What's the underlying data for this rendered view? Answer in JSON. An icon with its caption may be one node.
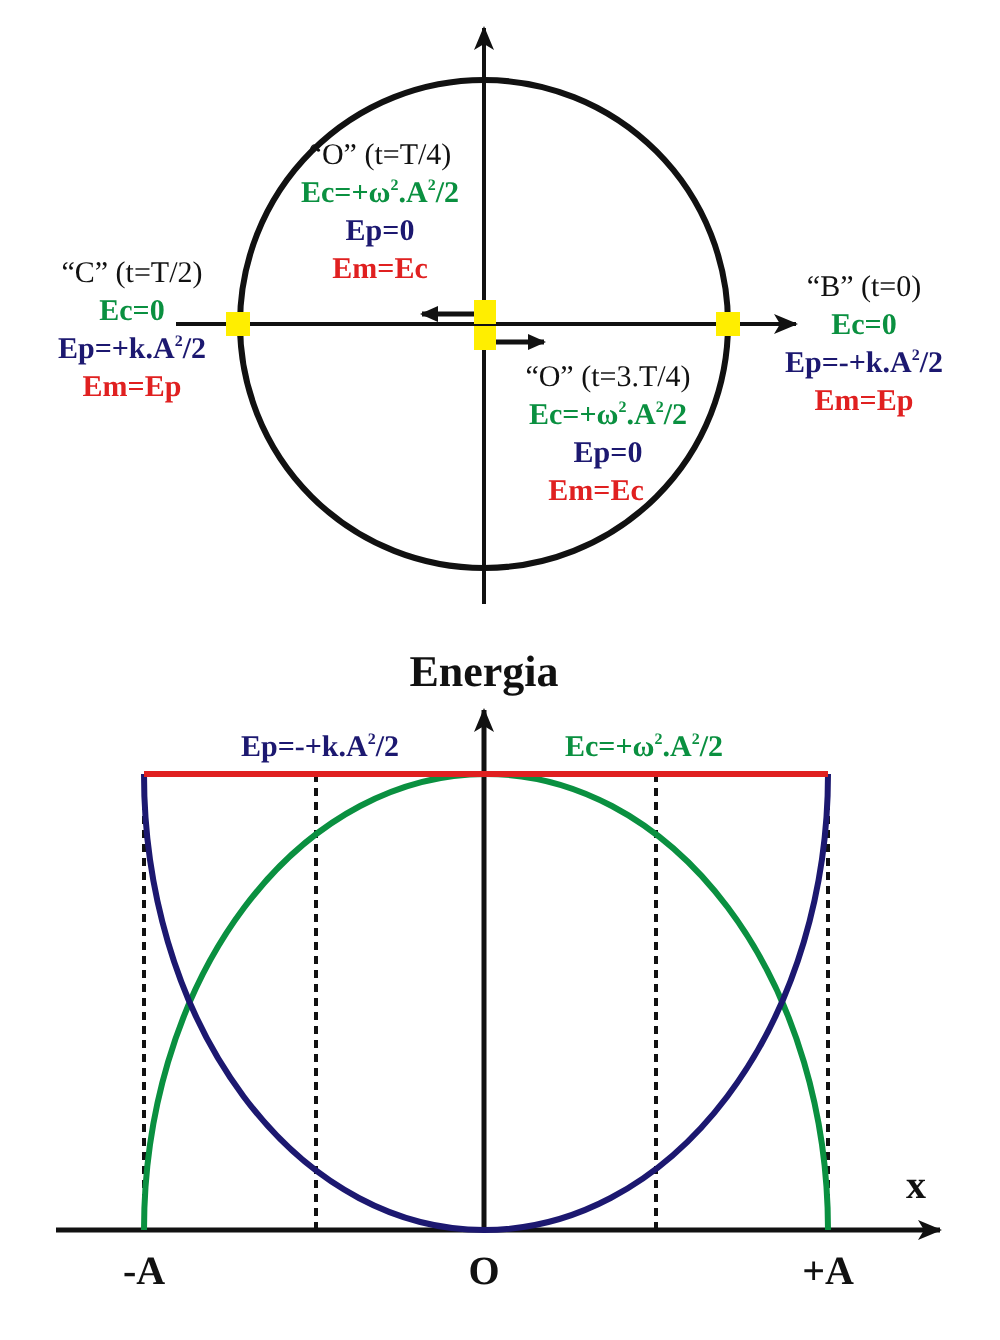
{
  "diagram": {
    "labels": [
      "“O” (t=T/4)",
      "Ec=+ω$^{2}$.A$^{2}$/2",
      "Ep=0",
      "Em=Ec",
      "“C” (t=T/2)",
      "Ec=0",
      "Ep=+k.A$^{2}$/2",
      "Em=Ep",
      "“B” (t=0)",
      "Ec=0",
      "Ep=-+k.A$^{2}$/2",
      "Em=Ep",
      "“O” (t=3.T/4)",
      "Ec=+ω$^{2}$.A$^{2}$/2",
      "Ep=0",
      "Em=Ec",
      "Energia",
      "Ep=-+k.A$^{2}$/2",
      "Ec=+ω$^{2}$.A$^{2}$/2",
      "x",
      "-A",
      "O",
      "+A"
    ]
  }
}
